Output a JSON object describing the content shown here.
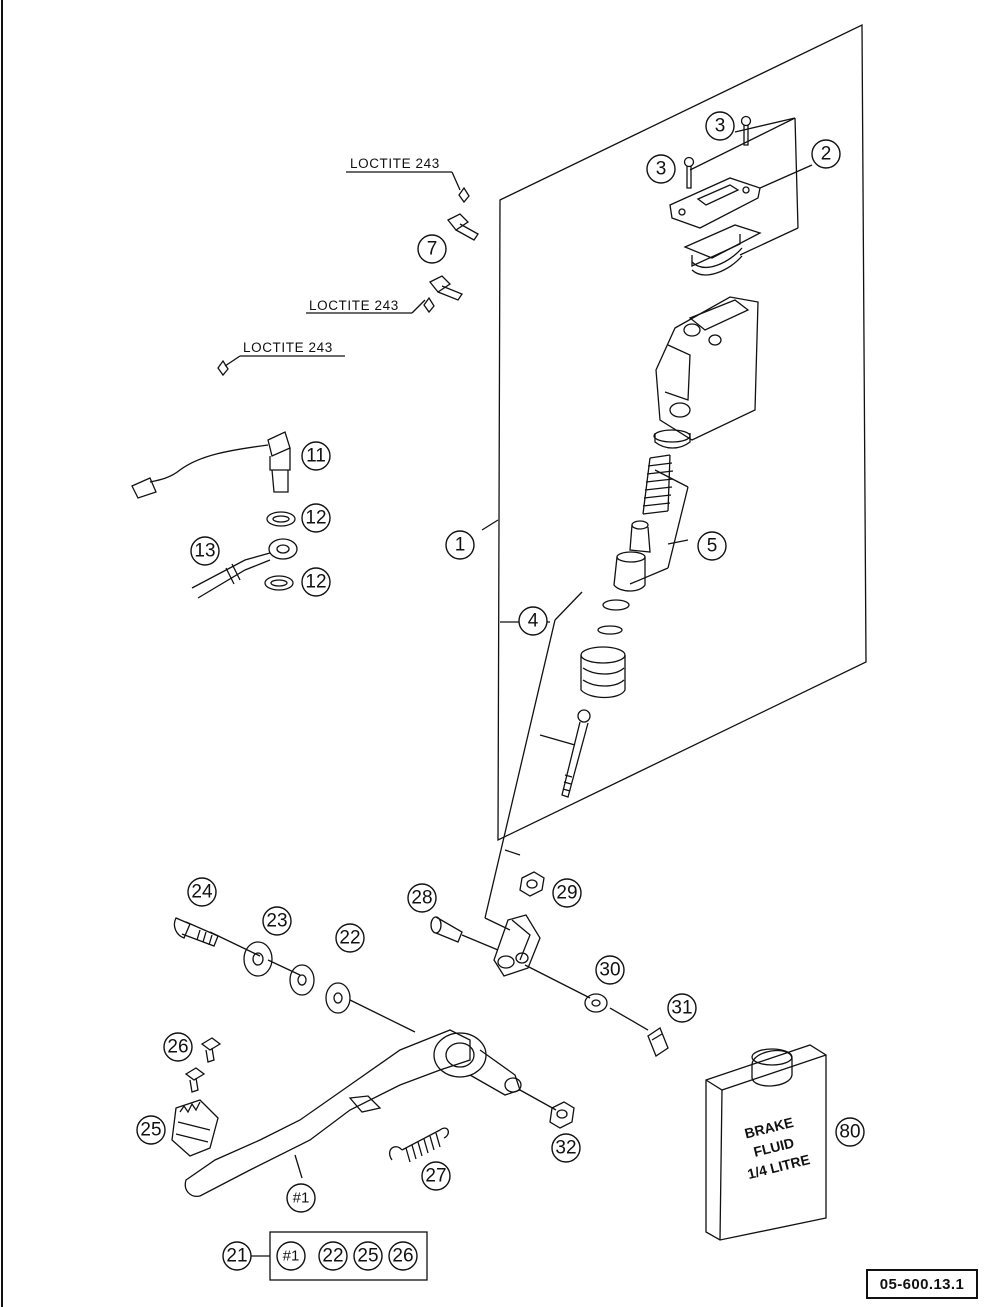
{
  "diagram": {
    "reference": "05-600.13.1",
    "notes": [
      "LOCTITE 243",
      "LOCTITE 243",
      "LOCTITE 243"
    ],
    "container_label": [
      "BRAKE",
      "FLUID",
      "1/4 LITRE"
    ],
    "callouts": {
      "c1": "1",
      "c2": "2",
      "c3a": "3",
      "c3b": "3",
      "c4": "4",
      "c5": "5",
      "c7": "7",
      "c11": "11",
      "c12a": "12",
      "c12b": "12",
      "c13": "13",
      "c21": "21",
      "c22": "22",
      "c23": "23",
      "c24": "24",
      "c25": "25",
      "c26": "26",
      "c27": "27",
      "c28": "28",
      "c29": "29",
      "c30": "30",
      "c31": "31",
      "c32": "32",
      "c80": "80",
      "cp1": "#1"
    },
    "kit": [
      "#1",
      "22",
      "25",
      "26"
    ]
  }
}
